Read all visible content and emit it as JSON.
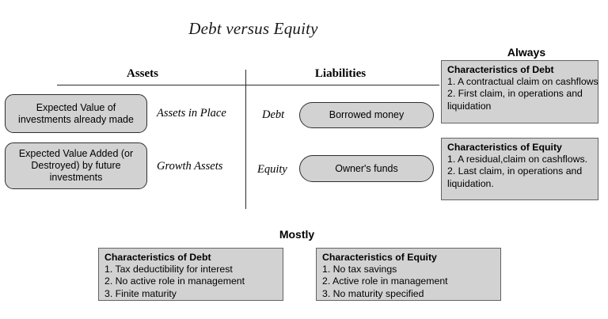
{
  "diagram": {
    "title": "Debt versus Equity",
    "columns": {
      "assets_header": "Assets",
      "liabilities_header": "Liabilities"
    },
    "rows": [
      {
        "asset_box": "Expected Value of investments already made",
        "asset_label": "Assets in Place",
        "liability_label": "Debt",
        "liability_box": "Borrowed money"
      },
      {
        "asset_box": "Expected Value Added (or Destroyed) by future investments",
        "asset_label": "Growth Assets",
        "liability_label": "Equity",
        "liability_box": "Owner's funds"
      }
    ],
    "always": {
      "caption": "Always",
      "debt": {
        "title": "Characteristics of Debt",
        "lines": [
          "1. A contractual claim on cashflows",
          "2. First claim, in operations and liquidation"
        ]
      },
      "equity": {
        "title": "Characteristics of Equity",
        "lines": [
          "1. A residual,claim on cashflows.",
          "2. Last claim, in operations and liquidation."
        ]
      }
    },
    "mostly": {
      "caption": "Mostly",
      "debt": {
        "title": "Characteristics of Debt",
        "lines": [
          "1. Tax deductibility for interest",
          "2. No active role in management",
          "3. Finite maturity"
        ]
      },
      "equity": {
        "title": "Characteristics of Equity",
        "lines": [
          "1. No tax savings",
          "2. Active role in management",
          "3. No maturity specified"
        ]
      }
    },
    "colors": {
      "box_fill": "#d2d2d2",
      "box_border": "#2e2e2e",
      "panel_border": "#636363",
      "rule": "#2b2b2b",
      "text": "#000000",
      "background": "#ffffff"
    }
  }
}
